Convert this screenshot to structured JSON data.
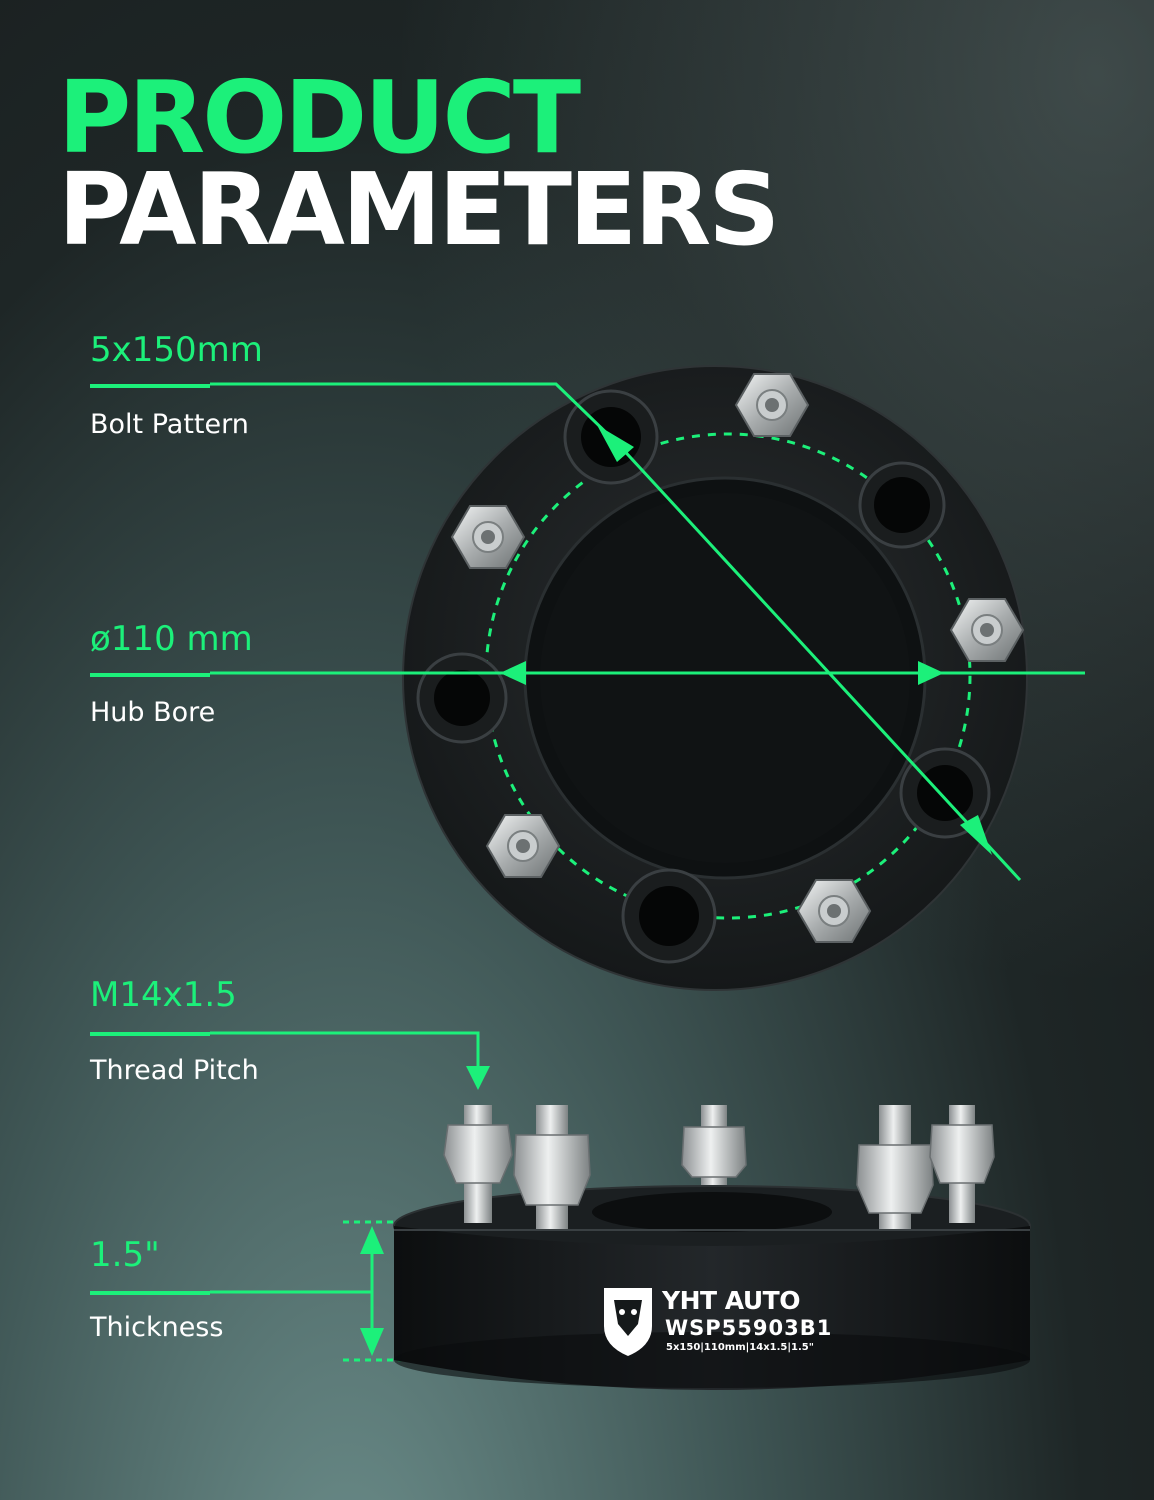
{
  "title": {
    "line1": "PRODUCT",
    "line2": "PARAMETERS"
  },
  "specs": [
    {
      "value": "5x150mm",
      "label": "Bolt Pattern"
    },
    {
      "value": "ø110 mm",
      "label": "Hub Bore"
    },
    {
      "value": "M14x1.5",
      "label": "Thread Pitch"
    },
    {
      "value": "1.5\"",
      "label": "Thickness"
    }
  ],
  "product": {
    "brand": "YHT AUTO",
    "model": "WSP55903B1",
    "spec_line": "5x150|110mm|14x1.5|1.5\""
  },
  "colors": {
    "accent": "#1cf07a",
    "background": "#1e2626",
    "spacer": "#141718"
  },
  "icons": [
    "lion-logo-icon"
  ]
}
